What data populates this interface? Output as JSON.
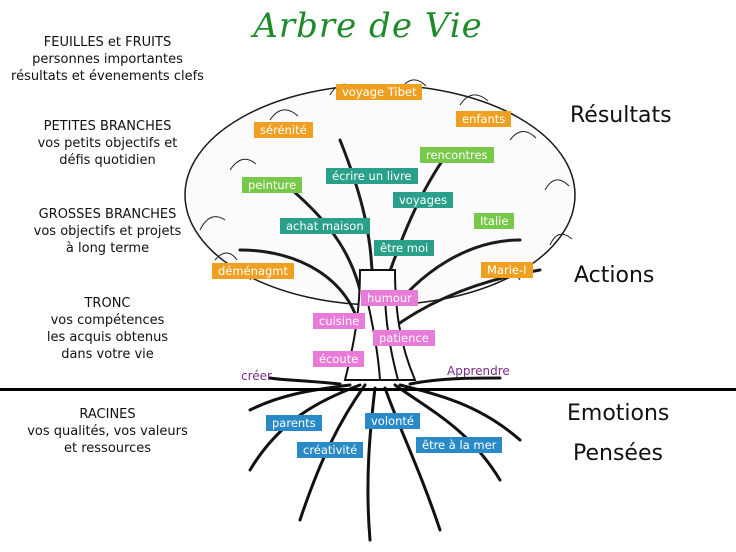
{
  "title": "Arbre de Vie",
  "left": {
    "feuilles": {
      "head": "FEUILLES et FRUITS",
      "l1": "personnes importantes",
      "l2": "résultats et évenements clefs"
    },
    "petites": {
      "head": "PETITES BRANCHES",
      "l1": "vos petits objectifs et",
      "l2": "défis quotidien"
    },
    "grosses": {
      "head": "GROSSES BRANCHES",
      "l1": "vos objectifs et projets",
      "l2": "à long terme"
    },
    "tronc": {
      "head": "TRONC",
      "l1": "vos compétences",
      "l2": "les acquis obtenus",
      "l3": "dans votre vie"
    },
    "racines": {
      "head": "RACINES",
      "l1": "vos qualités, vos valeurs",
      "l2": "et ressources"
    }
  },
  "right": {
    "resultats": "Résultats",
    "actions": "Actions",
    "emotions": "Emotions",
    "pensees": "Pensées"
  },
  "tags": {
    "voyage_tibet": "voyage Tibet",
    "serenite": "sérénité",
    "enfants": "enfants",
    "rencontres": "rencontres",
    "peinture": "peinture",
    "ecrire": "écrire un livre",
    "voyages": "voyages",
    "italie": "Italie",
    "achat": "achat maison",
    "etre_moi": "être moi",
    "demenagmt": "déménagmt",
    "marie": "Marie-I",
    "humour": "humour",
    "cuisine": "cuisine",
    "patience": "patience",
    "ecoute": "écoute",
    "parents": "parents",
    "volonte": "volonté",
    "creativite": "créativité",
    "etre_mer": "être à la mer"
  },
  "roots_words": {
    "creer": "créer",
    "apprendre": "Apprendre"
  },
  "colors": {
    "title": "#1f8a2a",
    "leaves_tags": "#f0a020",
    "small_branches": "#78c84a",
    "big_branches": "#2aa08a",
    "trunk": "#e87ad8",
    "roots": "#2a8ac8",
    "purple_text": "#7a2a8a"
  }
}
